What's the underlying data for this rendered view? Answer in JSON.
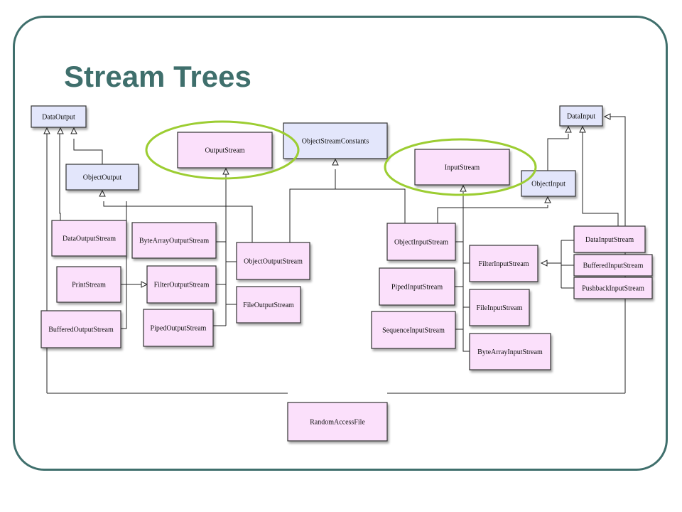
{
  "title": "Stream Trees",
  "colors": {
    "frame": "#3f6f6c",
    "title": "#3f6f6c",
    "interface_fill": "#e3e6fb",
    "class_fill": "#fbe0fb",
    "highlight": "#9ccd32",
    "line": "#222222"
  },
  "diagram": {
    "interfaces": {
      "data_output": "DataOutput",
      "object_output": "ObjectOutput",
      "object_stream_constants": "ObjectStreamConstants",
      "data_input": "DataInput",
      "object_input": "ObjectInput"
    },
    "abstract_classes": {
      "output_stream": "OutputStream",
      "input_stream": "InputStream"
    },
    "output_classes": {
      "data_output_stream": "DataOutputStream",
      "print_stream": "PrintStream",
      "buffered_output_stream": "BufferedOutputStream",
      "byte_array_output_stream": "ByteArrayOutputStream",
      "filter_output_stream": "FilterOutputStream",
      "piped_output_stream": "PipedOutputStream",
      "object_output_stream": "ObjectOutputStream",
      "file_output_stream": "FileOutputStream"
    },
    "input_classes": {
      "object_input_stream": "ObjectInputStream",
      "piped_input_stream": "PipedInputStream",
      "sequence_input_stream": "SequenceInputStream",
      "filter_input_stream": "FilterInputStream",
      "file_input_stream": "FileInputStream",
      "byte_array_input_stream": "ByteArrayInputStream",
      "data_input_stream": "DataInputStream",
      "buffered_input_stream": "BufferedInputStream",
      "pushback_input_stream": "PushbackInputStream"
    },
    "random_access_file": "RandomAccessFile",
    "highlighted": [
      "OutputStream",
      "InputStream"
    ]
  }
}
